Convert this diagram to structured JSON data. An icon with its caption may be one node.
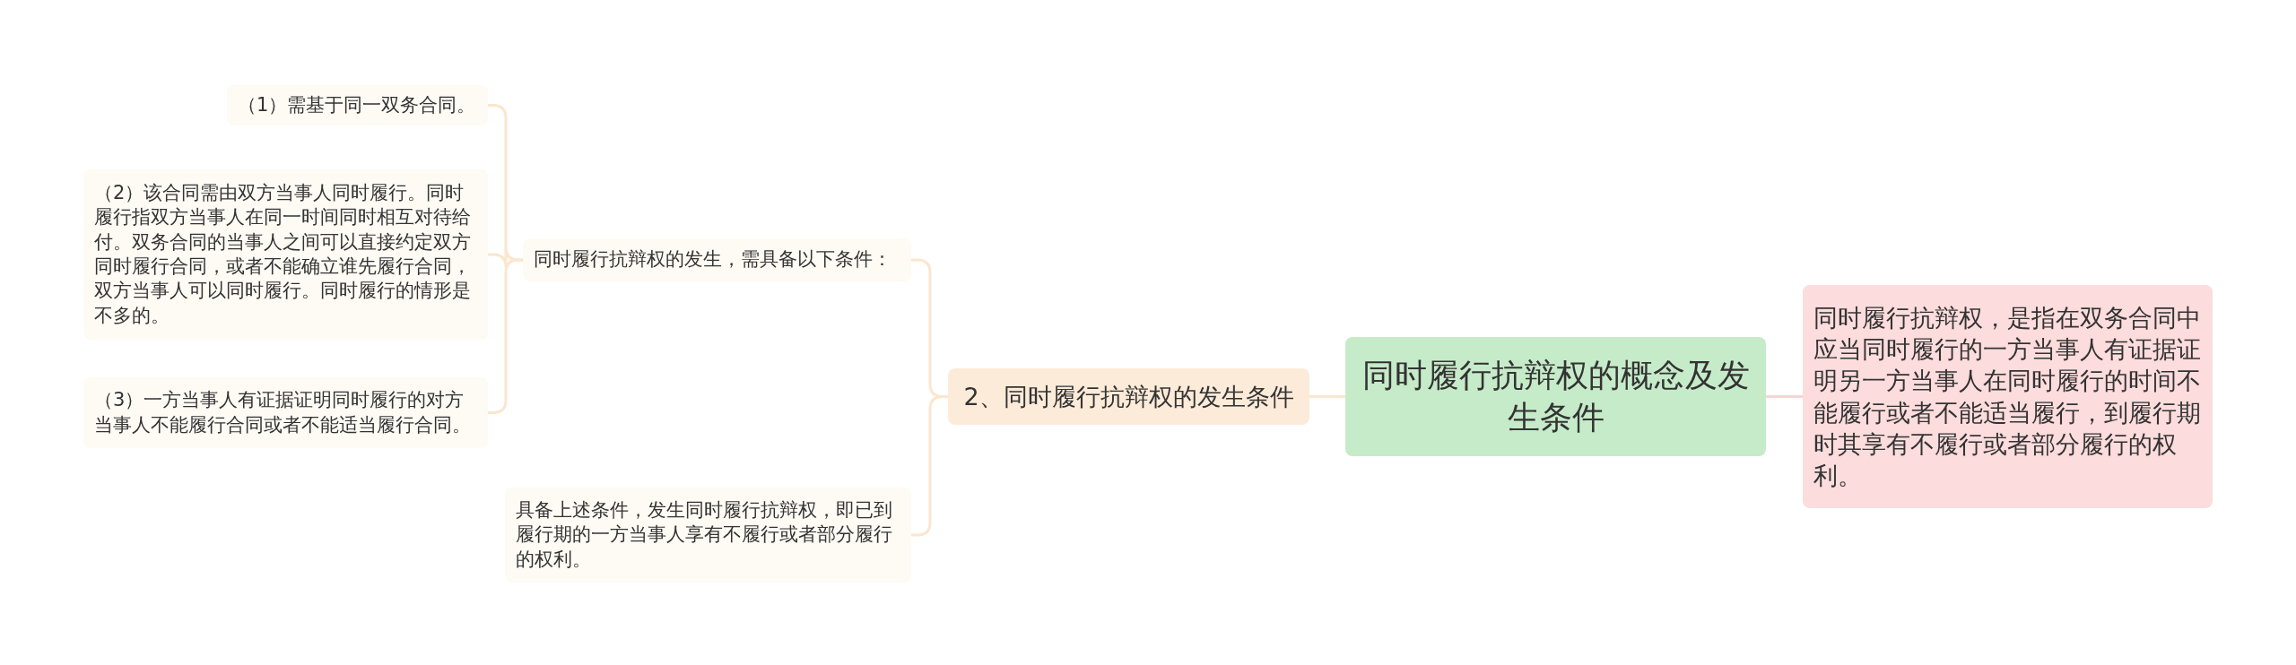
{
  "diagram": {
    "nodes": [
      {
        "text": [
          "同时履行抗辩权的概念及发生条件"
        ]
      },
      {
        "text": [
          "同时履行抗辩权，是指在双务合同中应当同时履行的一方当事人有证据证明另一方当事人在同时履行的时间不能履行或者不能适当履行，到履行期时其享有不履行或者部分履行的权利。"
        ]
      },
      {
        "text": [
          "2、同时履行抗辩权的发生条件"
        ]
      },
      {
        "text": [
          "同时履行抗辩权的发生，需具备以下条件："
        ]
      },
      {
        "text": [
          "（1）需基于同一双务合同。"
        ]
      },
      {
        "text": [
          "（2）该合同需由双方当事人同时履行。同时履行指双方当事人在同一时间同时相互对待给付。双务合同的当事人之间可以直接约定双方同时履行合同，或者不能确立谁先履行合同，双方当事人可以同时履行。同时履行的情形是不多的。"
        ]
      },
      {
        "text": [
          "（3）一方当事人有证据证明同时履行的对方当事人不能履行合同或者不能适当履行合同。"
        ]
      },
      {
        "text": [
          "具备上述条件，发生同时履行抗辩权，即已到履行期的一方当事人享有不履行或者部分履行的权利。"
        ]
      }
    ],
    "edges": [
      {
        "from": 0,
        "to": 1,
        "arrow": "none",
        "color": "#f9d3d3"
      },
      {
        "from": 0,
        "to": 2,
        "arrow": "none"
      },
      {
        "from": 2,
        "to": 3,
        "arrow": "none"
      },
      {
        "from": 2,
        "to": 7,
        "arrow": "none"
      },
      {
        "from": 3,
        "to": 4,
        "arrow": "none"
      },
      {
        "from": 3,
        "to": 5,
        "arrow": "none"
      },
      {
        "from": 3,
        "to": 6,
        "arrow": "none"
      }
    ]
  }
}
